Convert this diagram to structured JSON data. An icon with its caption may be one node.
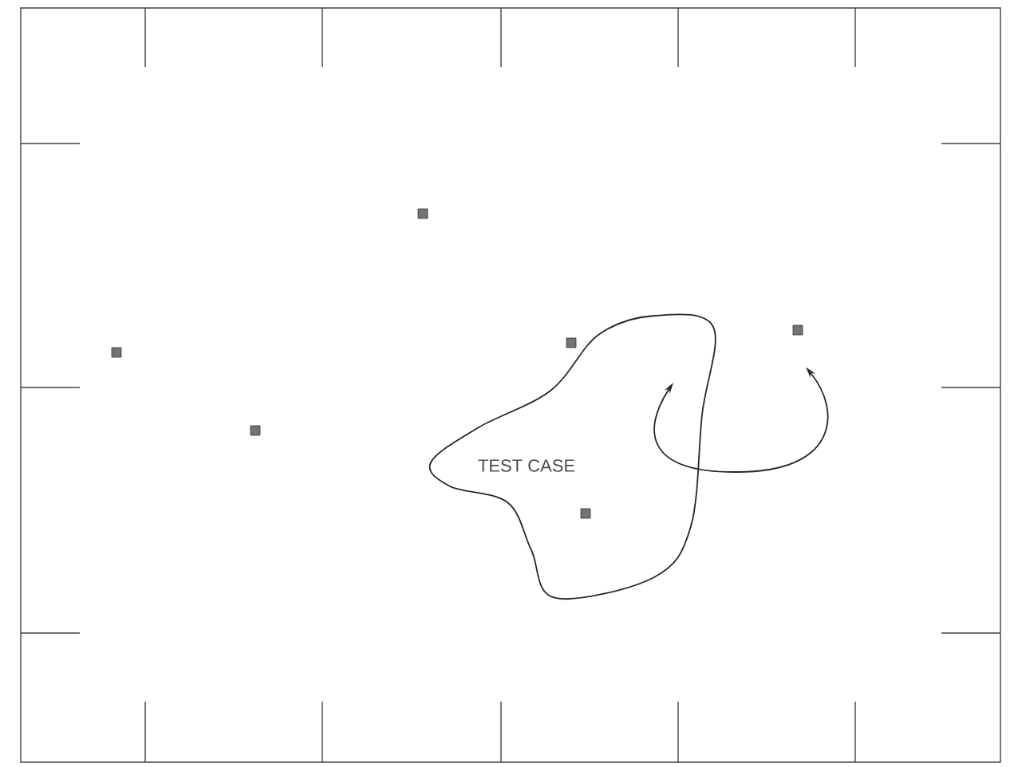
{
  "diagram": {
    "nodes": [
      {
        "text": [
          "TEST CASE"
        ]
      },
      {
        "text": [],
        "shape": "box"
      },
      {
        "text": [],
        "shape": "box"
      },
      {
        "text": [],
        "shape": "box"
      },
      {
        "text": [],
        "shape": "box"
      },
      {
        "text": [],
        "shape": "box",
        "in": 0
      },
      {
        "text": [],
        "shape": "box"
      }
    ],
    "edges": [
      {
        "from": 0,
        "to": 6,
        "arrow": "both"
      }
    ]
  }
}
